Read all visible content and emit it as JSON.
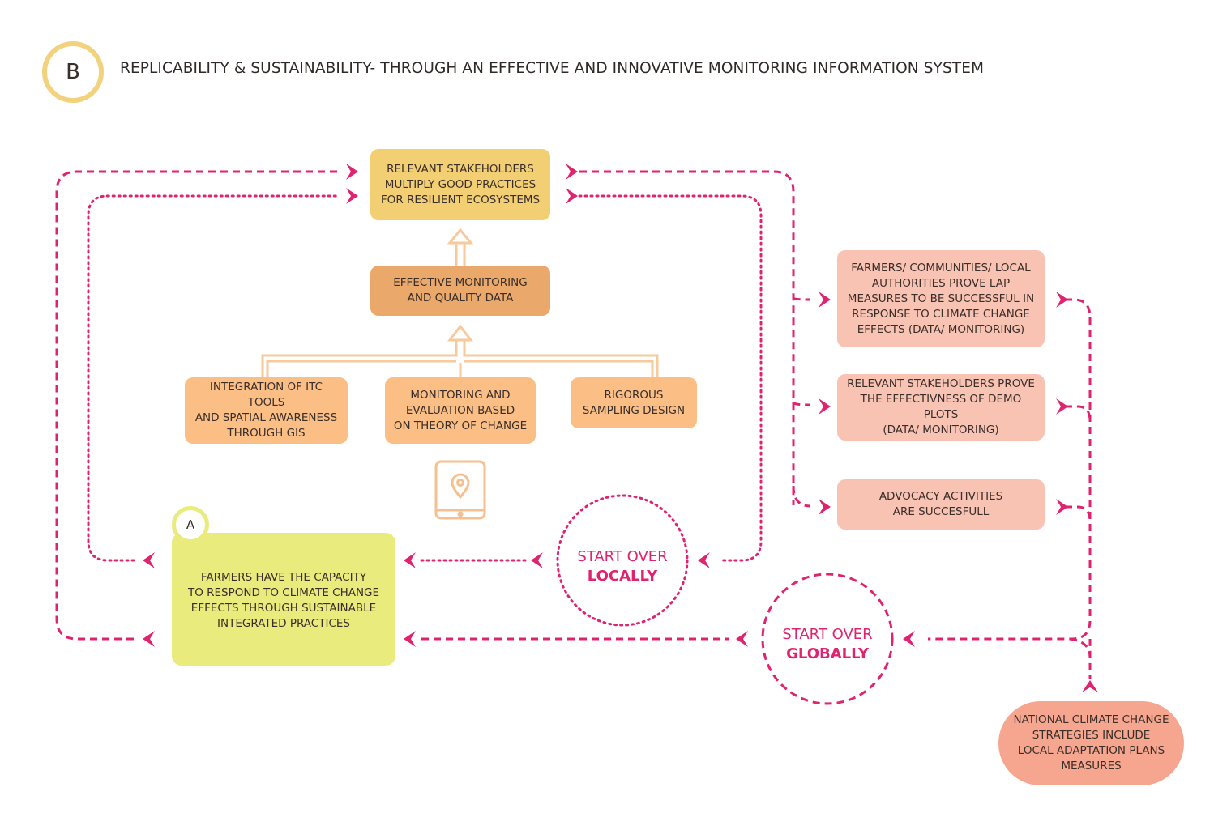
{
  "header": {
    "badge_letter": "B",
    "title": "REPLICABILITY & SUSTAINABILITY- THROUGH AN EFFECTIVE AND INNOVATIVE MONITORING INFORMATION SYSTEM"
  },
  "boxes": {
    "stakeholders_multiply": "RELEVANT STAKEHOLDERS\nMULTIPLY GOOD PRACTICES\nFOR RESILIENT ECOSYSTEMS",
    "effective_monitoring": "EFFECTIVE MONITORING\nAND QUALITY DATA",
    "itc_tools": "INTEGRATION OF ITC TOOLS\nAND SPATIAL AWARENESS\nTHROUGH GIS",
    "monitoring_evaluation": "MONITORING AND\nEVALUATION BASED\nON THEORY OF CHANGE",
    "rigorous_sampling": "RIGOROUS\nSAMPLING DESIGN",
    "farmers_prove": "FARMERS/ COMMUNITIES/ LOCAL\nAUTHORITIES PROVE LAP\nMEASURES TO BE SUCCESSFUL IN\nRESPONSE TO CLIMATE CHANGE\nEFFECTS (DATA/ MONITORING)",
    "stakeholders_prove": "RELEVANT STAKEHOLDERS PROVE\nTHE EFFECTIVNESS OF DEMO PLOTS\n(DATA/ MONITORING)",
    "advocacy": "ADVOCACY ACTIVITIES\nARE SUCCESFULL",
    "farmers_capacity_marker": "A",
    "farmers_capacity": "FARMERS HAVE THE CAPACITY\nTO RESPOND TO CLIMATE CHANGE\nEFFECTS THROUGH SUSTAINABLE\nINTEGRATED PRACTICES",
    "national_strategies": "NATIONAL CLIMATE CHANGE\nSTRATEGIES INCLUDE\nLOCAL ADAPTATION PLANS\nMEASURES"
  },
  "start_over": {
    "local_line1": "START OVER",
    "local_line2": "LOCALLY",
    "global_line1": "START OVER",
    "global_line2": "GLOBALLY"
  },
  "icons": [
    "tablet-location-icon",
    "arrow-head-icon"
  ],
  "colors": {
    "accent": "#e0236f",
    "badge_ring": "#f2d27c",
    "top_box": "#f3cf74",
    "mid_box": "#eaa96a",
    "input_box": "#fbbf86",
    "outcome_box": "#f9c3b4",
    "farmers_box": "#e9ec7c",
    "national_box": "#f6a68e",
    "flow_arrow": "#f7c99b"
  }
}
